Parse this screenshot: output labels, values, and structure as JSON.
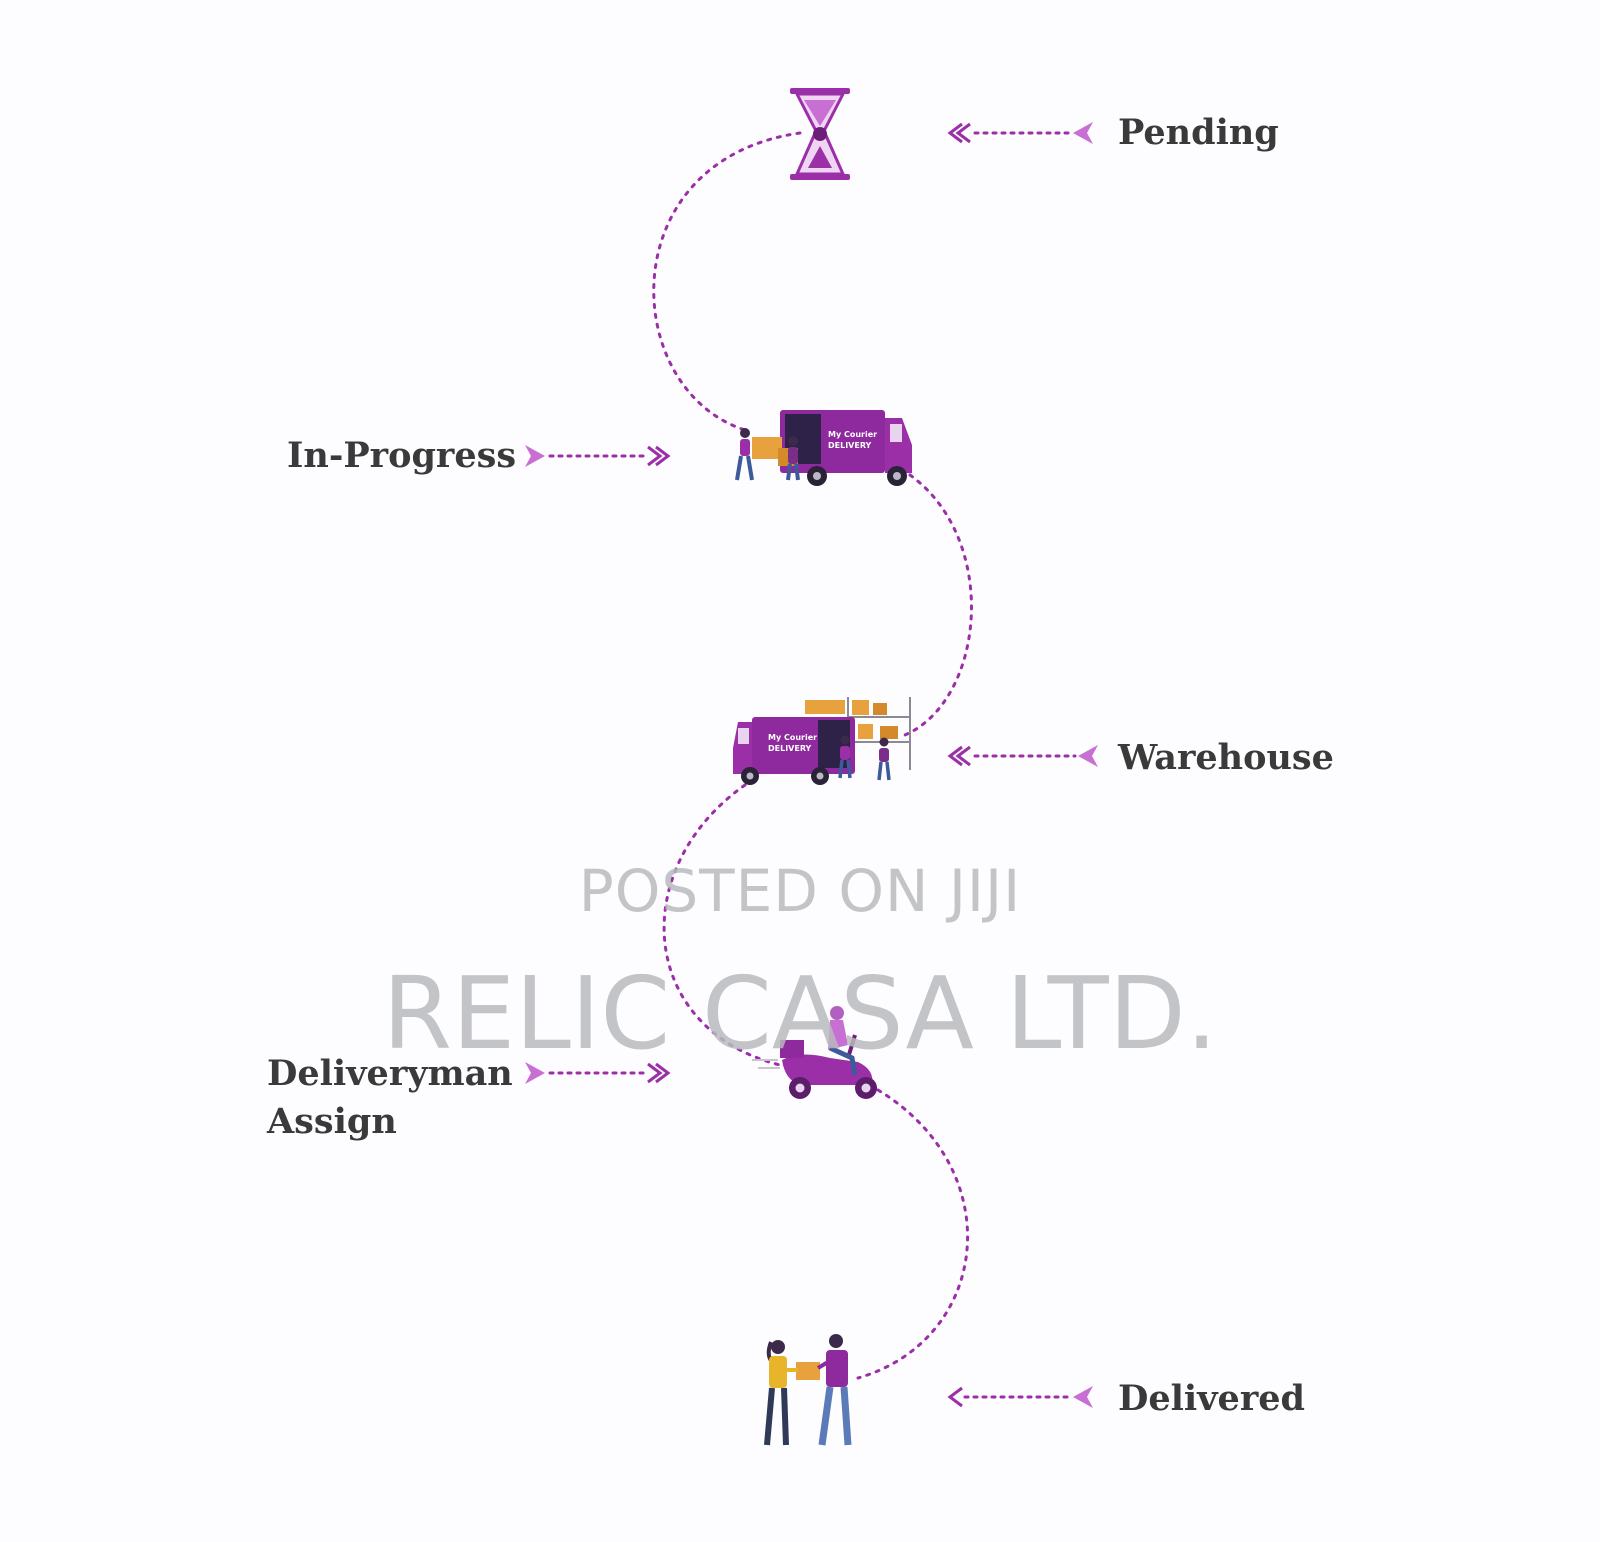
{
  "colors": {
    "accent": "#9b2fa8",
    "accent_light": "#c86fd4",
    "label_text": "#3a3a3a",
    "watermark": "#b9babd",
    "background": "#fdfcfe"
  },
  "stages": [
    {
      "id": "pending",
      "label": "Pending",
      "icon": "hourglass-icon"
    },
    {
      "id": "in-progress",
      "label": "In-Progress",
      "icon": "delivery-truck-icon"
    },
    {
      "id": "warehouse",
      "label": "Warehouse",
      "icon": "warehouse-truck-icon"
    },
    {
      "id": "deliveryman-assign",
      "label_lines": [
        "Deliveryman",
        "Assign"
      ],
      "icon": "scooter-rider-icon"
    },
    {
      "id": "delivered",
      "label": "Delivered",
      "icon": "package-handover-icon"
    }
  ],
  "van_sign": [
    "My Courier",
    "DELIVERY"
  ],
  "watermark": {
    "line1": "POSTED ON JIJI",
    "line2": "RELIC CASA LTD."
  }
}
